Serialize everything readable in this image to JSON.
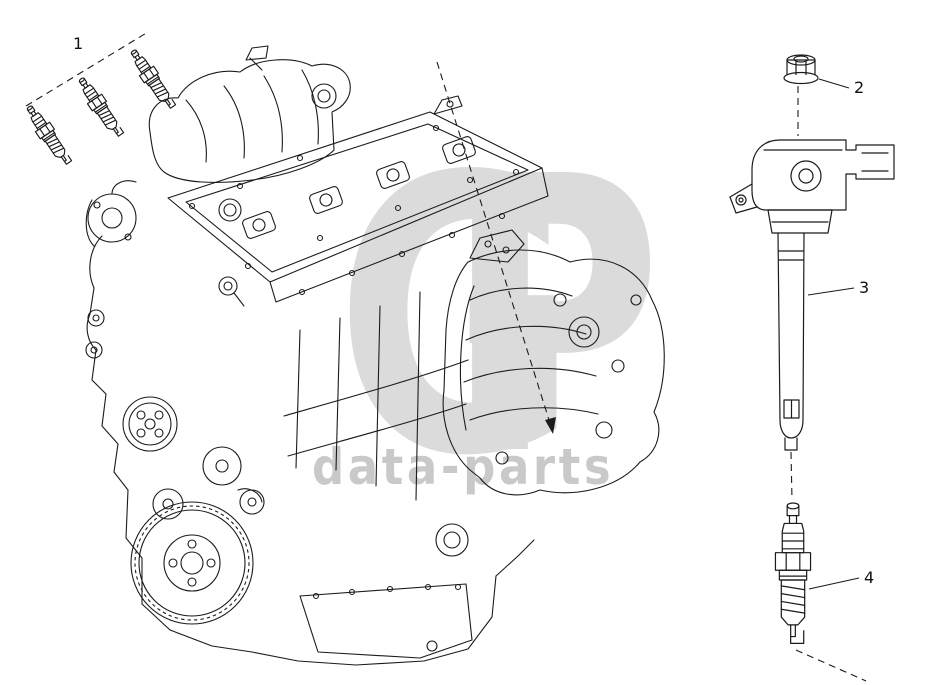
{
  "watermark": {
    "logo": "GP",
    "text": "data-parts"
  },
  "callouts": [
    {
      "label": "1",
      "part_icon": "spark-plug-set-icon"
    },
    {
      "label": "2",
      "part_icon": "flange-nut-icon"
    },
    {
      "label": "3",
      "part_icon": "ignition-coil-icon"
    },
    {
      "label": "4",
      "part_icon": "spark-plug-icon"
    }
  ],
  "colors": {
    "background": "#ffffff",
    "line_art": "#1b1b1b",
    "watermark_logo": "#dbdbdb",
    "watermark_text": "#c9c9c9",
    "callout_text": "#111111"
  }
}
